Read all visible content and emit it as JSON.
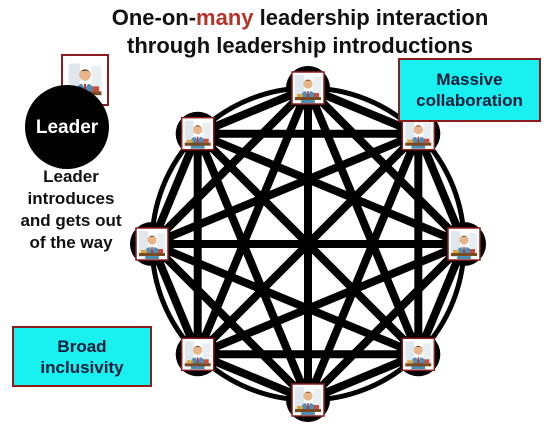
{
  "title": {
    "line1_before": "One-on-",
    "line1_highlight": "many",
    "line1_after": " leadership interaction",
    "line2": "through leadership introductions"
  },
  "leader": {
    "circle_label": "Leader",
    "description_lines": [
      "Leader",
      "introduces",
      "and gets out",
      "of the way"
    ]
  },
  "callouts": {
    "top_right": {
      "lines": [
        "Massive",
        "collaboration"
      ]
    },
    "bottom_left": {
      "lines": [
        "Broad",
        "inclusivity"
      ]
    }
  },
  "network": {
    "node_count": 8,
    "fully_connected": true,
    "node_icon": "person-at-desk-icon"
  },
  "colors": {
    "title_highlight": "#b5342b",
    "callout_fill": "#19f0f0",
    "callout_border": "#8b1d1d",
    "frame_border": "#8b1d1d",
    "edges": "#000000"
  }
}
